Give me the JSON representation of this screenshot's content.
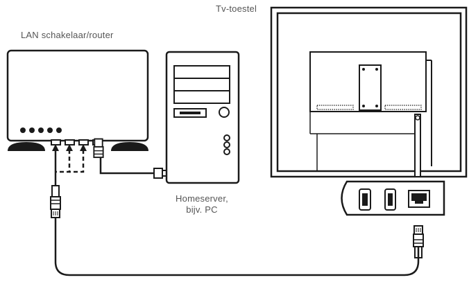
{
  "labels": {
    "router": "LAN schakelaar/router",
    "tv": "Tv-toestel",
    "pc_line1": "Homeserver,",
    "pc_line2": "bijv. PC"
  },
  "colors": {
    "stroke": "#1a1a1a",
    "label_text": "#555555",
    "background": "#ffffff"
  },
  "icons": [
    "router-icon",
    "desktop-pc-icon",
    "tv-back-panel-icon",
    "connector-box-icon",
    "ethernet-plug-icon",
    "ethernet-port-icon",
    "hdmi-port-icon"
  ]
}
